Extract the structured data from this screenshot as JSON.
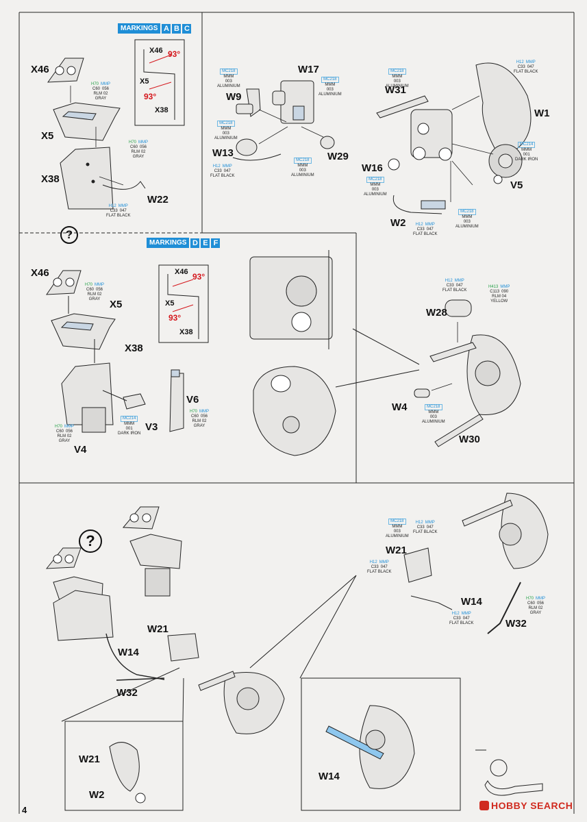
{
  "page_number": "4",
  "watermark": "HOBBY SEARCH",
  "markings_top": {
    "title": "MARKINGS",
    "letters": [
      "A",
      "B",
      "C"
    ]
  },
  "markings_mid": {
    "title": "MARKINGS",
    "letters": [
      "D",
      "E",
      "F"
    ]
  },
  "question_mark": "?",
  "angle_93": "93°",
  "parts": {
    "x46": "X46",
    "x5": "X5",
    "x38": "X38",
    "w22": "W22",
    "w17": "W17",
    "w9": "W9",
    "w13": "W13",
    "w29": "W29",
    "w31": "W31",
    "w1": "W1",
    "w16": "W16",
    "v5": "V5",
    "w2": "W2",
    "v6": "V6",
    "v3": "V3",
    "v4": "V4",
    "w28": "W28",
    "w4": "W4",
    "w30": "W30",
    "w21": "W21",
    "w14": "W14",
    "w32": "W32"
  },
  "paints": {
    "rlm02": {
      "codes": [
        "H70",
        "MMP"
      ],
      "nums": [
        "C60",
        "056"
      ],
      "name": "RLM 02",
      "name2": "GRAY"
    },
    "black": {
      "codes": [
        "H12",
        "MMP"
      ],
      "nums": [
        "C33",
        "047"
      ],
      "name": "FLAT BLACK",
      "name2": ""
    },
    "alu": {
      "codes": [
        "MC218"
      ],
      "nums": [
        "MMM",
        "003"
      ],
      "name": "ALUMINIUM",
      "name2": ""
    },
    "iron": {
      "codes": [
        "MC214"
      ],
      "nums": [
        "MMM",
        "001"
      ],
      "name": "DARK IRON",
      "name2": ""
    },
    "yellow": {
      "codes": [
        "H413",
        "MMP"
      ],
      "nums": [
        "C113",
        "090"
      ],
      "name": "RLM 04",
      "name2": "YELLOW"
    }
  },
  "colors": {
    "marking_blue": "#1f8ed6",
    "angle_red": "#d4161c",
    "paint_green": "#27a048",
    "watermark_red": "#d02a1f"
  }
}
